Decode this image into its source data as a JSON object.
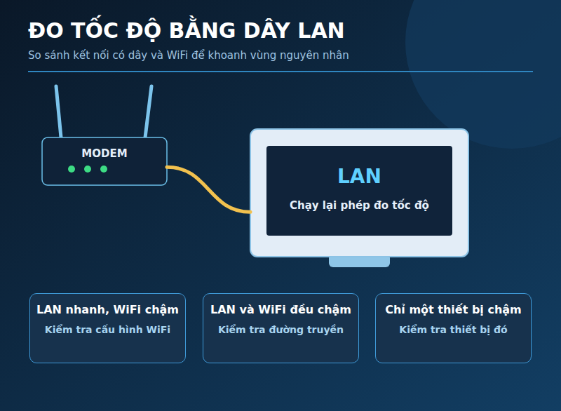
{
  "diagram": {
    "title": "ĐO TỐC ĐỘ BẰNG DÂY LAN",
    "caption": "So sánh kết nối có dây và WiFi để khoanh vùng nguyên nhân",
    "nodes": [
      {
        "text": [
          "MODEM"
        ]
      },
      {
        "text": [
          "LAN",
          "Chạy lại phép đo tốc độ"
        ]
      },
      {
        "text": [
          "LAN nhanh, WiFi chậm",
          "Kiểm tra cấu hình WiFi"
        ]
      },
      {
        "text": [
          "LAN và WiFi đều chậm",
          "Kiểm tra đường truyền"
        ]
      },
      {
        "text": [
          "Chỉ một thiết bị chậm",
          "Kiểm tra thiết bị đó"
        ]
      }
    ],
    "edges": [
      {
        "from": 0,
        "to": 1,
        "arrow": "none"
      }
    ]
  }
}
